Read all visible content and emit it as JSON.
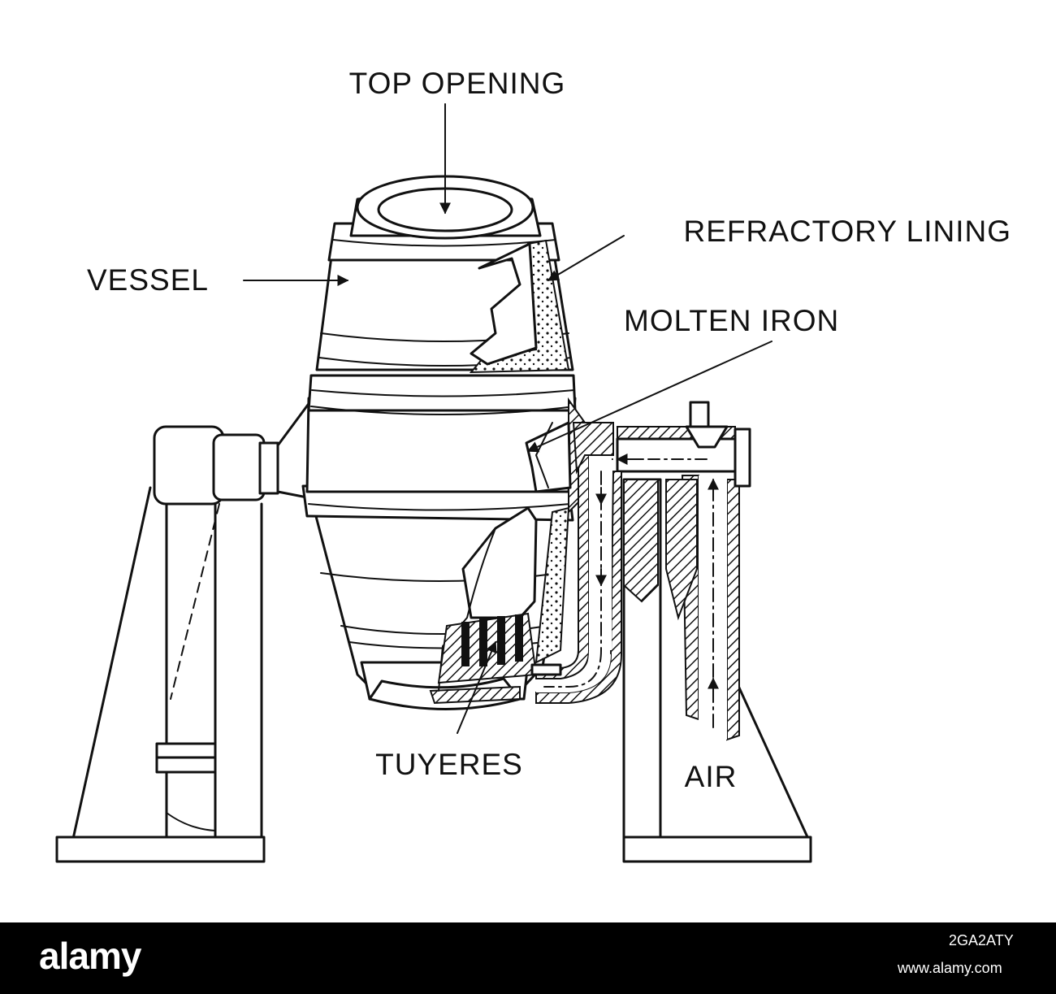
{
  "labels": {
    "top_opening": "TOP OPENING",
    "refractory_lining": "REFRACTORY LINING",
    "vessel": "VESSEL",
    "molten_iron": "MOLTEN IRON",
    "tuyeres": "TUYERES",
    "air": "AIR"
  },
  "footer": {
    "brand": "alamy",
    "image_id": "2GA2ATY",
    "site": "www.alamy.com"
  },
  "colors": {
    "ink": "#111111",
    "background": "#ffffff",
    "footer_bg": "#000000"
  }
}
